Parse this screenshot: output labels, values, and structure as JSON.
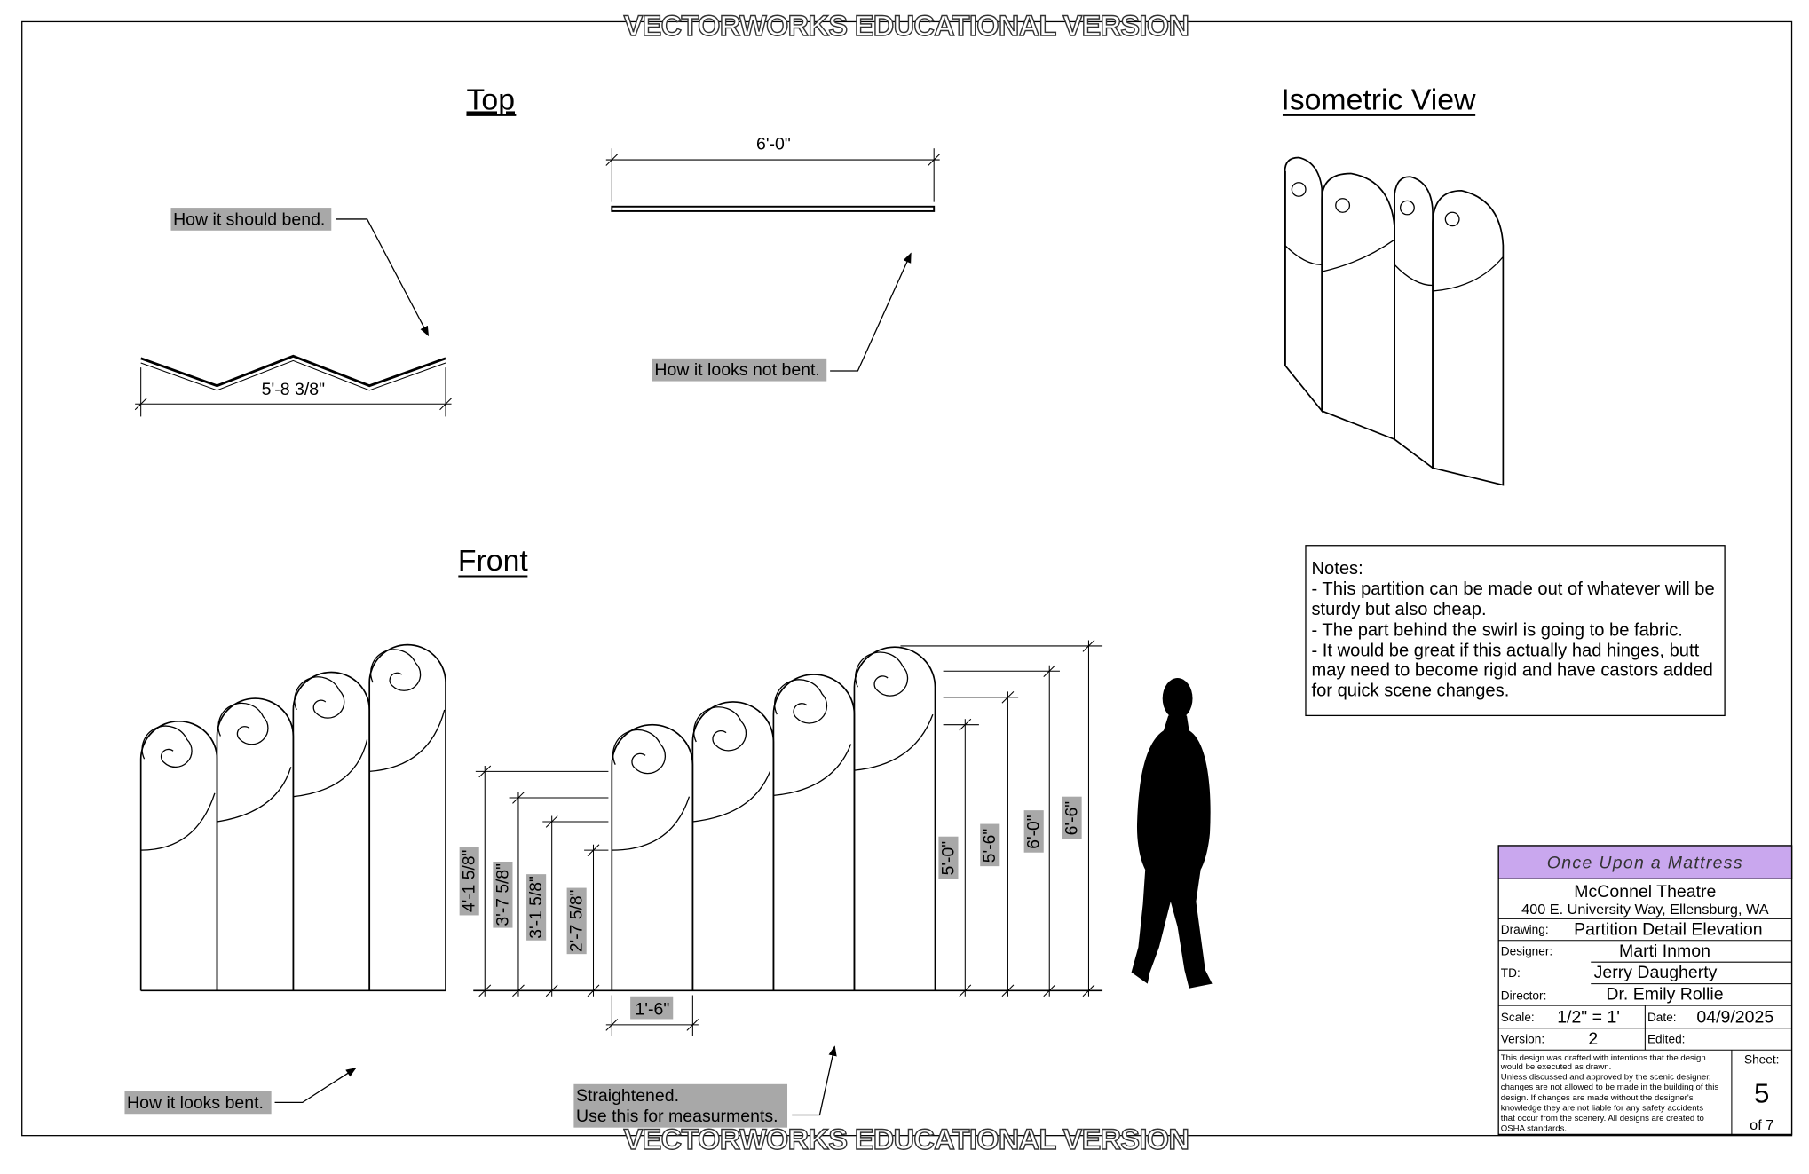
{
  "watermark": "VECTORWORKS EDUCATIONAL VERSION",
  "views": {
    "top": "Top",
    "isometric": "Isometric View",
    "front": "Front"
  },
  "annotations": {
    "how_it_should_bend": "How it should bend.",
    "how_it_looks_not_bent": "How it looks not bent.",
    "how_it_looks_bent": "How it looks bent.",
    "straightened_1": "Straightened.",
    "straightened_2": "Use this for measurments."
  },
  "dimensions": {
    "bent_width": "5'-8 3/8\"",
    "straight_width": "6'-0\"",
    "panel_width": "1'-6\"",
    "heights_left": [
      "4'-1 5/8\"",
      "3'-7 5/8\"",
      "3'-1 5/8\"",
      "2'-7 5/8\""
    ],
    "heights_right": [
      "5'-0\"",
      "5'-6\"",
      "6'-0\"",
      "6'-6\""
    ]
  },
  "notes": {
    "title": "Notes:",
    "lines": [
      "- This partition can be made out of whatever will be",
      "sturdy but also cheap.",
      "- The part behind the swirl is going to be fabric.",
      "- It would be great if this actually had hinges, butt",
      "may need to become rigid and have castors added",
      "for quick scene changes."
    ]
  },
  "title_block": {
    "show": "Once Upon a Mattress",
    "venue": "McConnel Theatre",
    "address": "400 E. University Way, Ellensburg, WA",
    "drawing_label": "Drawing:",
    "drawing": "Partition Detail Elevation",
    "designer_label": "Designer:",
    "designer": "Marti Inmon",
    "td_label": "TD:",
    "td": "Jerry Daugherty",
    "director_label": "Director:",
    "director": "Dr. Emily Rollie",
    "scale_label": "Scale:",
    "scale": "1/2\" = 1'",
    "date_label": "Date:",
    "date": "04/9/2025",
    "version_label": "Version:",
    "version": "2",
    "edited_label": "Edited:",
    "edited": "",
    "disclaimer": [
      "This design was drafted with intentions that the design",
      "would be executed as drawn.",
      "Unless discussed and approved by the scenic designer,",
      "changes are not allowed to be made in the building of this",
      "design. If changes are made without the designer's",
      "knowledge they are not liable for any safety accidents",
      "that occur from the scenery. All designs are created to",
      "OSHA standards."
    ],
    "sheet_label": "Sheet:",
    "sheet_number": "5",
    "sheet_of": "of  7"
  },
  "colors": {
    "label_bg": "#a8a8a8",
    "show_bg": "#c9a7ee",
    "line": "#000000"
  }
}
